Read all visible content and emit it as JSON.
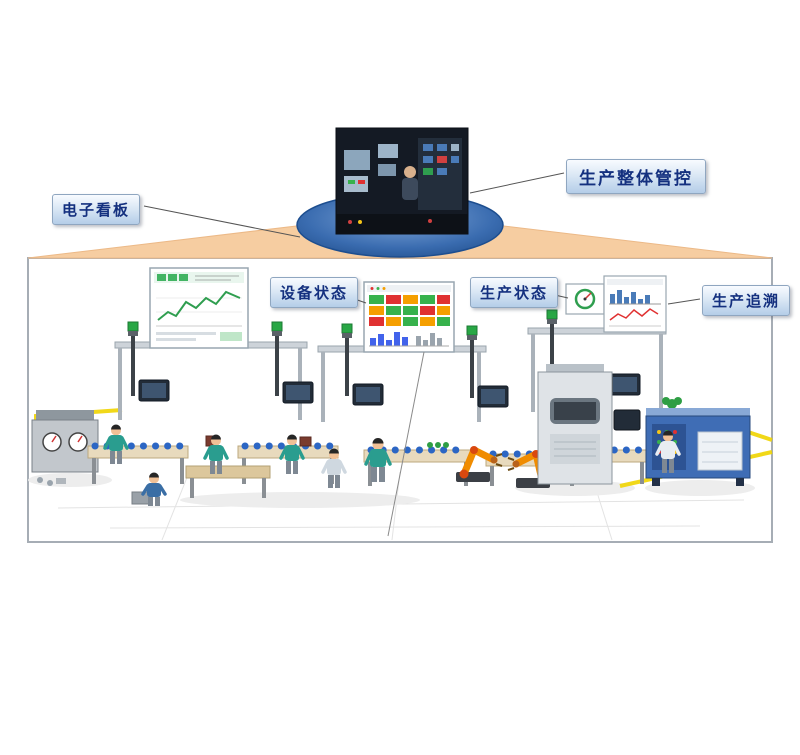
{
  "diagram": {
    "labels": {
      "electronic_kanban": "电子看板",
      "overall_control": "生产整体管控",
      "equipment_status": "设备状态",
      "production_status": "生产状态",
      "production_trace": "生产追溯"
    },
    "colors": {
      "beam_peach": "#f6cda1",
      "ellipse_blue": "#3a6cb0",
      "label_text_navy": "#14307f",
      "safety_yellow": "#f0d400",
      "conveyor_item_blue": "#2c66c4",
      "robot_orange": "#f08c00",
      "status_green": "#37b24c",
      "status_red": "#e03131",
      "status_amber": "#f59f00"
    }
  }
}
